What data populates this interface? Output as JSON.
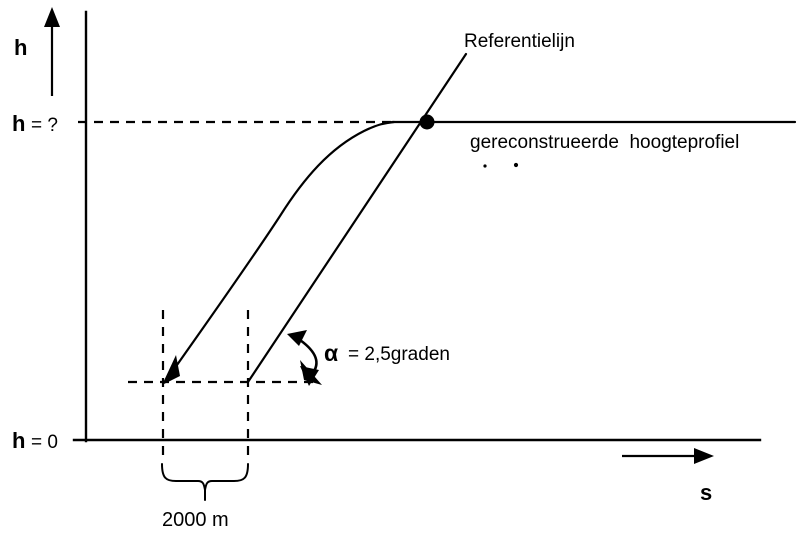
{
  "figure": {
    "title_text_present": false,
    "language": "nl",
    "axes": {
      "y_axis_symbol": "h",
      "x_axis_symbol": "s",
      "y_label_top": {
        "symbol": "h",
        "rest": "= ?"
      },
      "y_label_bottom": {
        "symbol": "h",
        "rest": "= 0"
      }
    },
    "annotations": {
      "reference_line_label": "Referentielijn",
      "profile_label": "gereconstrueerde  hoogteprofiel",
      "angle_label": {
        "symbol": "α",
        "rest": "= 2,5graden"
      },
      "distance_label": "2000 m"
    },
    "colors": {
      "ink": "#000000",
      "background": "#ffffff"
    }
  },
  "chart_data": {
    "type": "line",
    "title": "",
    "xlabel": "s",
    "ylabel": "h",
    "grid": false,
    "legend": "none",
    "axis_ranges": {
      "x": [
        0,
        1
      ],
      "y": [
        0,
        1
      ]
    },
    "tick_labels": {
      "y": [
        "h = 0",
        "h = ?"
      ],
      "x": []
    },
    "annotations": [
      {
        "text": "Referentielijn",
        "role": "series-label",
        "target": "reference-line"
      },
      {
        "text": "gereconstrueerde  hoogteprofiel",
        "role": "series-label",
        "target": "height-profile-curve"
      },
      {
        "text": "α = 2,5graden",
        "role": "angle-measure",
        "value": 2.5,
        "unit": "graden"
      },
      {
        "text": "2000 m",
        "role": "horizontal-offset",
        "value": 2000,
        "unit": "m"
      }
    ],
    "series": [
      {
        "name": "gereconstrueerde hoogteprofiel",
        "style": "solid-curve",
        "description": "S-shaped height profile rising from h=0 baseline offset then flattening onto the h = ? level"
      },
      {
        "name": "Referentielijn",
        "style": "solid-straight",
        "description": "Straight reference line at 2,5 graden crossing the h = ? level at the marked point"
      }
    ],
    "markers": [
      {
        "name": "intersection-point",
        "description": "filled dot where Referentielijn meets the h = ? level"
      }
    ]
  }
}
